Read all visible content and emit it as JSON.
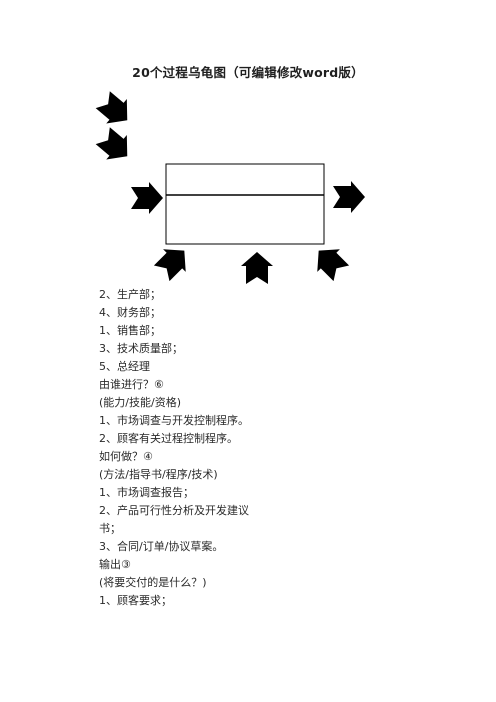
{
  "document": {
    "title": "20个过程乌龟图（可编辑修改word版）",
    "lines": [
      "2、生产部；",
      "4、财务部；",
      "1、销售部；",
      "3、技术质量部；",
      "5、总经理",
      "由谁进行？⑥",
      "(能力/技能/资格)",
      "1、市场调查与开发控制程序。",
      "2、顾客有关过程控制程序。",
      "如何做？④",
      "(方法/指导书/程序/技术)",
      "1、市场调查报告；",
      "2、产品可行性分析及开发建议",
      "书；",
      "3、合同/订单/协议草案。",
      "输出③",
      "(将要交付的是什么？)",
      "1、顾客要求；"
    ]
  },
  "diagram": {
    "arrow_color": "#000000",
    "box_border_color": "#000000",
    "icons": [
      "arrow-down-right",
      "arrow-down-right",
      "arrow-right",
      "arrow-right",
      "arrow-up-right",
      "arrow-up",
      "arrow-up-left"
    ]
  }
}
